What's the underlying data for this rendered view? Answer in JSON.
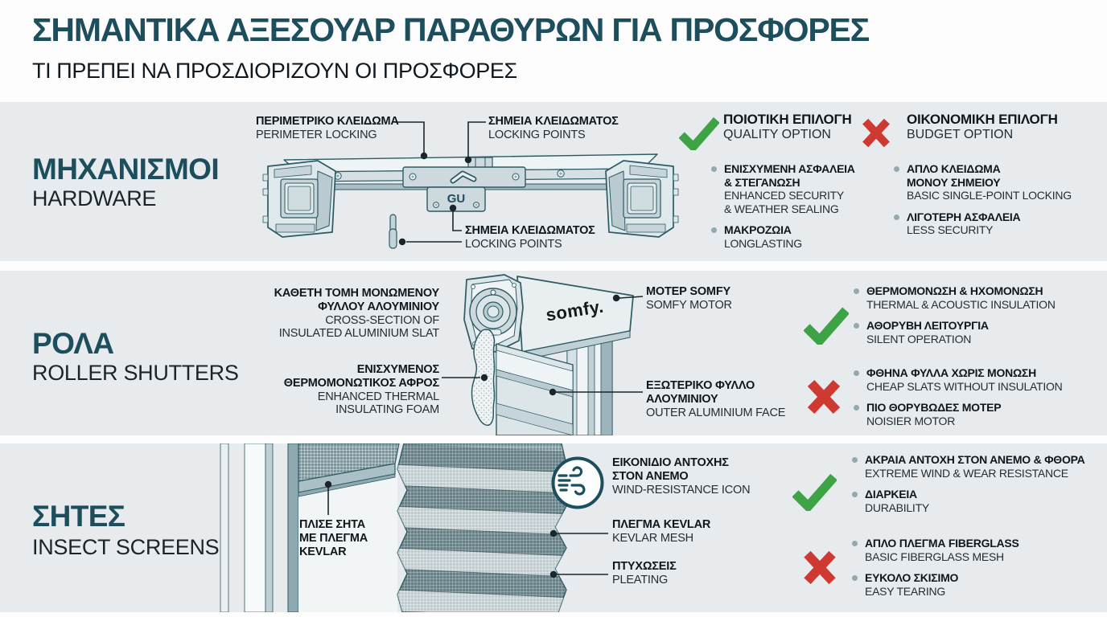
{
  "header": {
    "title": "ΣΗΜΑΝΤΙΚΑ ΑΞΕΣΟΥΑΡ ΠΑΡΑΘΥΡΩΝ ΓΙΑ ΠΡΟΣΦΟΡΕΣ",
    "subtitle": "ΤΙ ΠΡΕΠΕΙ ΝΑ ΠΡΟΣΔΙΟΡΙΖΟΥΝ ΟΙ ΠΡΟΣΦΟΡΕΣ"
  },
  "colors": {
    "accent_teal": "#1d4e5d",
    "check_green": "#3da345",
    "cross_red": "#ce3a31",
    "band_background": "#e7ebee",
    "text_dark": "#0e171d"
  },
  "icons": {
    "pros": "check-icon",
    "cons": "x-icon",
    "wind": "wind-icon"
  },
  "sections": {
    "hardware": {
      "title_el": "ΜΗΧΑΝΙΣΜΟΙ",
      "title_en": "HARDWARE",
      "brand": "GU",
      "labels": {
        "perimeter": {
          "el": "ΠΕΡΙΜΕΤΡΙΚΟ ΚΛΕΙΔΩΜΑ",
          "en": "PERIMETER LOCKING"
        },
        "points_top": {
          "el": "ΣΗΜΕΙΑ ΚΛΕΙΔΩΜΑΤΟΣ",
          "en": "LOCKING POINTS"
        },
        "points_bottom": {
          "el": "ΣΗΜΕΙΑ ΚΛΕΙΔΩΜΑΤΟΣ",
          "en": "LOCKING POINTS"
        }
      },
      "quality": {
        "heading_el": "ΠΟΙΟΤΙΚΗ ΕΠΙΛΟΓΗ",
        "heading_en": "QUALITY OPTION",
        "items": [
          {
            "el": "ΕΝΙΣΧΥΜΕΝΗ ΑΣΦΑΛΕΙΑ\n& ΣΤΕΓΑΝΩΣΗ",
            "en": "ENHANCED SECURITY\n& WEATHER SEALING"
          },
          {
            "el": "ΜΑΚΡΟΖΩΙΑ",
            "en": "LONGLASTING"
          }
        ]
      },
      "budget": {
        "heading_el": "ΟΙΚΟΝΟΜΙΚΗ ΕΠΙΛΟΓΗ",
        "heading_en": "BUDGET OPTION",
        "items": [
          {
            "el": "ΑΠΛΟ ΚΛΕΙΔΩΜΑ\nΜΟΝΟΥ ΣΗΜΕΙΟΥ",
            "en": "BASIC SINGLE-POINT LOCKING"
          },
          {
            "el": "ΛΙΓΟΤΕΡΗ ΑΣΦΑΛΕΙΑ",
            "en": "LESS SECURITY"
          }
        ]
      }
    },
    "roller_shutters": {
      "title_el": "ΡΟΛΑ",
      "title_en": "ROLLER SHUTTERS",
      "brand": "somfy.",
      "labels": {
        "slat": {
          "el": "ΚΑΘΕΤΗ ΤΟΜΗ ΜΟΝΩΜΕΝΟΥ\nΦΥΛΛΟΥ ΑΛΟΥΜΙΝΙΟΥ",
          "en": "CROSS-SECTION OF\nINSULATED ALUMINIUM SLAT"
        },
        "foam": {
          "el": "ΕΝΙΣΧΥΜΕΝΟΣ\nΘΕΡΜΟΜΟΝΩΤΙΚΟΣ ΑΦΡΟΣ",
          "en": "ENHANCED THERMAL\nINSULATING FOAM"
        },
        "motor": {
          "el": "ΜΟΤΕΡ SOMFY",
          "en": "SOMFY MOTOR"
        },
        "outer_face": {
          "el": "ΕΞΩΤΕΡΙΚΟ ΦΥΛΛΟ\nΑΛΟΥΜΙΝΙΟΥ",
          "en": "OUTER ALUMINIUM FACE"
        }
      },
      "pros": {
        "items": [
          {
            "el": "ΘΕΡΜΟΜΟΝΩΣΗ & ΗΧΟΜΟΝΩΣΗ",
            "en": "THERMAL & ACOUSTIC INSULATION"
          },
          {
            "el": "ΑΘΟΡΥΒΗ ΛΕΙΤΟΥΡΓΙΑ",
            "en": "SILENT OPERATION"
          }
        ]
      },
      "cons": {
        "items": [
          {
            "el": "ΦΘΗΝΑ ΦΥΛΛΑ ΧΩΡΙΣ ΜΟΝΩΣΗ",
            "en": "CHEAP SLATS WITHOUT INSULATION"
          },
          {
            "el": "ΠΙΟ ΘΟΡΥΒΩΔΕΣ ΜΟΤΕΡ",
            "en": "NOISIER MOTOR"
          }
        ]
      }
    },
    "insect_screens": {
      "title_el": "ΣΗΤΕΣ",
      "title_en": "INSECT SCREENS",
      "labels": {
        "pleated": {
          "el": "ΠΛΙΣΕ ΣΗΤΑ\nΜΕ ΠΛΕΓΜΑ\nKEVLAR"
        },
        "wind": {
          "el": "ΕΙΚΟΝΙΔΙΟ ΑΝΤΟΧΗΣ\nΣΤΟΝ ΑΝΕΜΟ",
          "en": "WIND-RESISTANCE ICON"
        },
        "mesh": {
          "el": "ΠΛΕΓΜΑ KEVLAR",
          "en": "KEVLAR MESH"
        },
        "pleating": {
          "el": "ΠΤΥΧΩΣΕΙΣ",
          "en": "PLEATING"
        }
      },
      "pros": {
        "items": [
          {
            "el": "ΑΚΡΑΙΑ ΑΝΤΟΧΗ ΣΤΟΝ ΑΝΕΜΟ & ΦΘΟΡΑ",
            "en": "EXTREME WIND & WEAR RESISTANCE"
          },
          {
            "el": "ΔΙΑΡΚΕΙΑ",
            "en": "DURABILITY"
          }
        ]
      },
      "cons": {
        "items": [
          {
            "el": "ΑΠΛΟ ΠΛΕΓΜΑ FIBERGLASS",
            "en": "BASIC FIBERGLASS MESH"
          },
          {
            "el": "ΕΥΚΟΛΟ ΣΚΙΣΙΜΟ",
            "en": "EASY TEARING"
          }
        ]
      }
    }
  }
}
